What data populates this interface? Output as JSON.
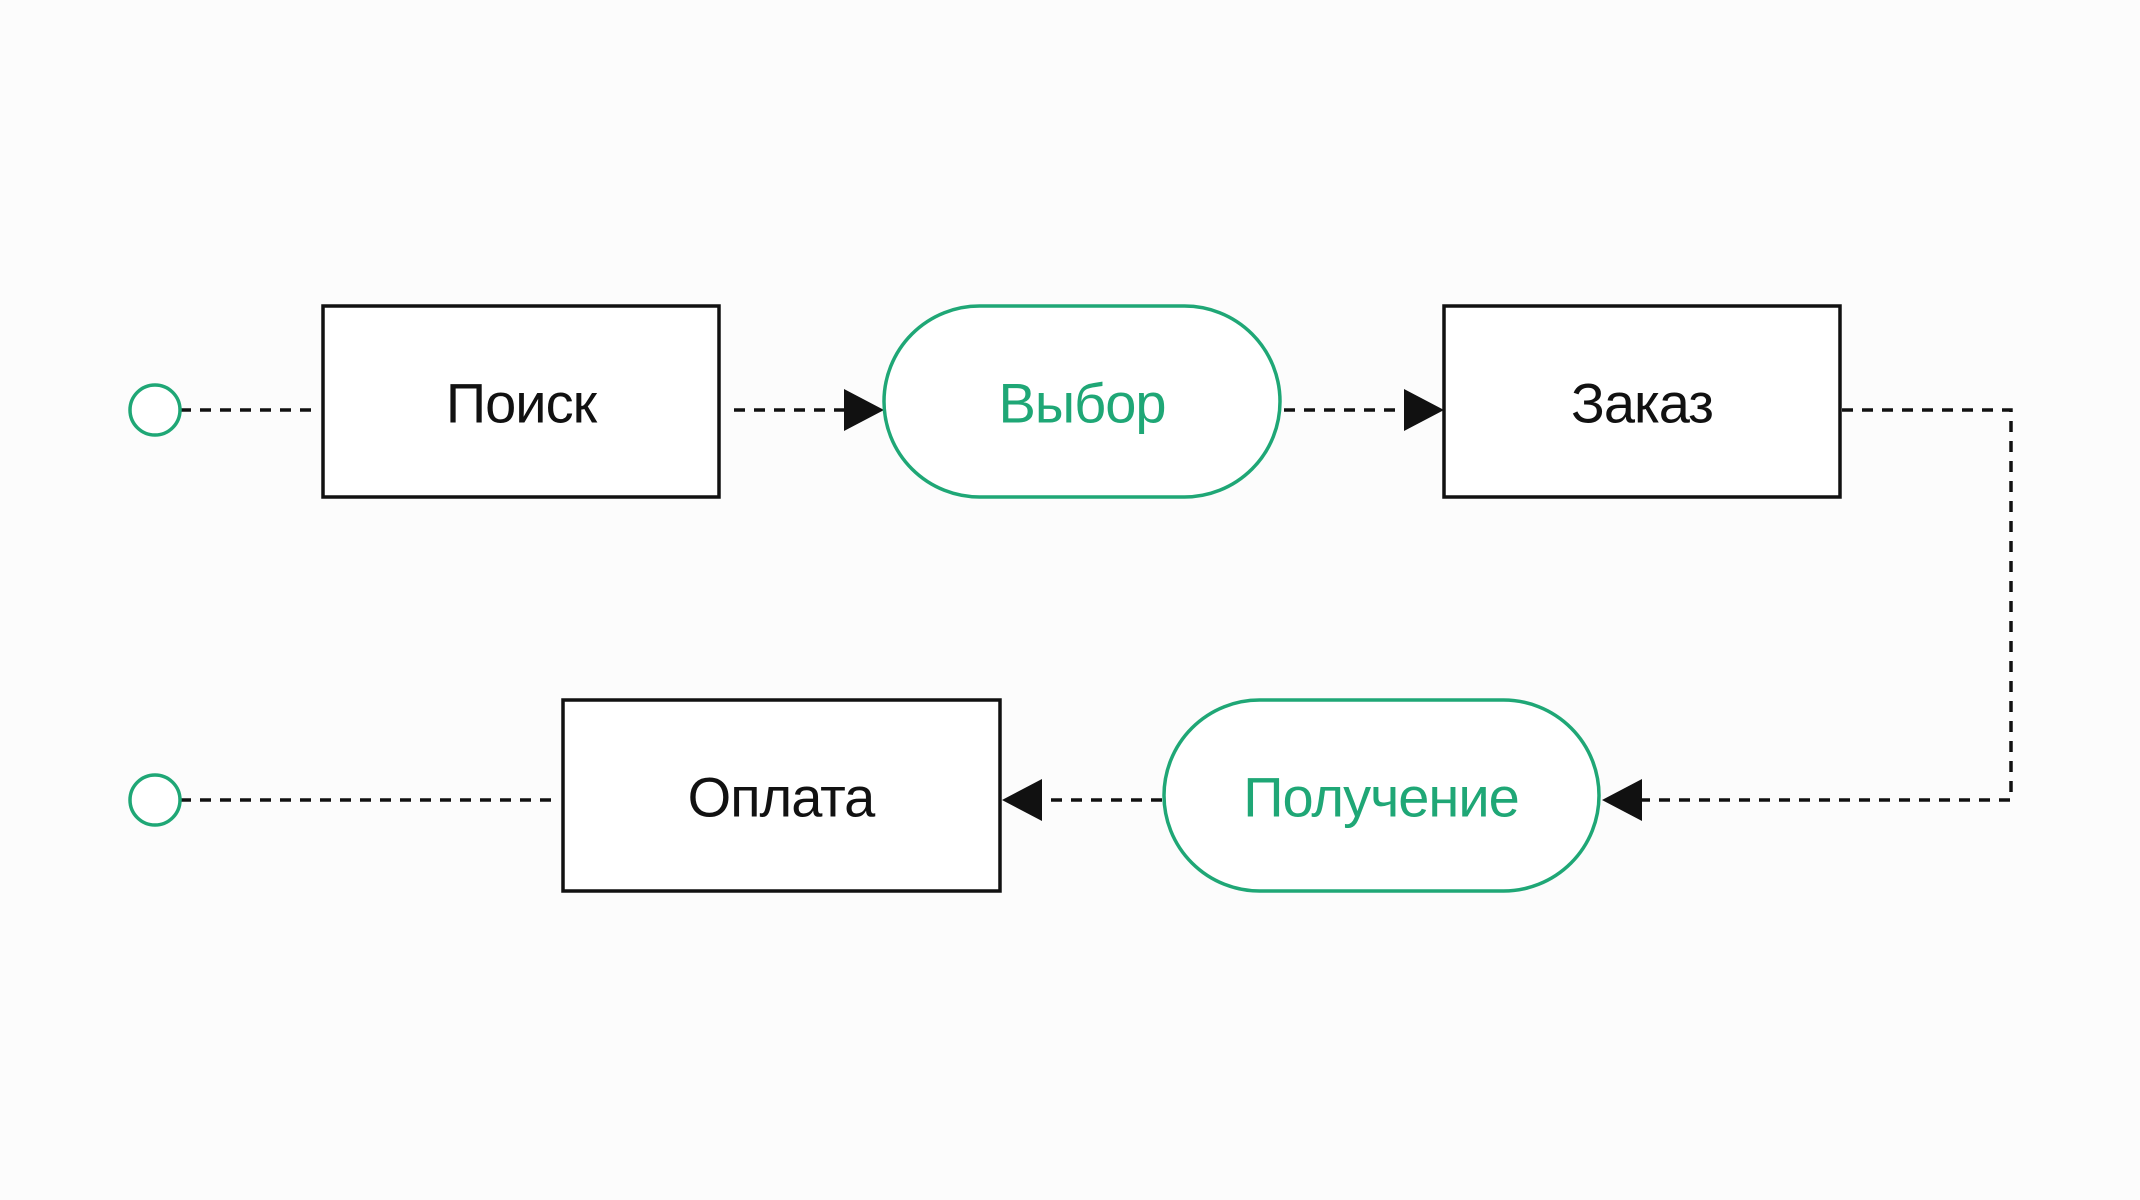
{
  "colors": {
    "accent": "#1fa776",
    "ink": "#111111",
    "background": "#fcfcfc"
  },
  "diagram": {
    "nodes": [
      {
        "id": "search",
        "label": "Поиск",
        "shape": "rectangle",
        "color": "#111111"
      },
      {
        "id": "choice",
        "label": "Выбор",
        "shape": "pill",
        "color": "#1fa776"
      },
      {
        "id": "order",
        "label": "Заказ",
        "shape": "rectangle",
        "color": "#111111"
      },
      {
        "id": "receipt",
        "label": "Получение",
        "shape": "pill",
        "color": "#1fa776"
      },
      {
        "id": "payment",
        "label": "Оплата",
        "shape": "rectangle",
        "color": "#111111"
      }
    ],
    "edges": [
      {
        "from": "start",
        "to": "search",
        "arrow": false
      },
      {
        "from": "search",
        "to": "choice",
        "arrow": true
      },
      {
        "from": "choice",
        "to": "order",
        "arrow": true
      },
      {
        "from": "order",
        "to": "receipt",
        "arrow": true
      },
      {
        "from": "receipt",
        "to": "payment",
        "arrow": true
      },
      {
        "from": "payment",
        "to": "end",
        "arrow": false
      }
    ]
  }
}
